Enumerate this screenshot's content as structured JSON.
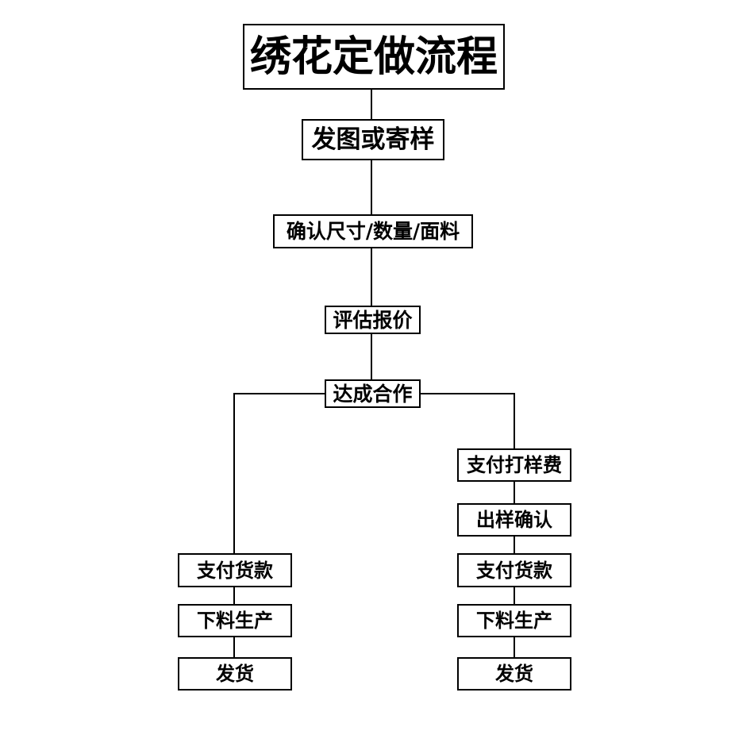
{
  "title": "绣花定做流程",
  "steps": {
    "send_sample": "发图或寄样",
    "confirm": "确认尺寸/数量/面料",
    "quote": "评估报价",
    "agree": "达成合作"
  },
  "left_branch": [
    "支付货款",
    "下料生产",
    "发货"
  ],
  "right_branch": [
    "支付打样费",
    "出样确认",
    "支付货款",
    "下料生产",
    "发货"
  ],
  "colors": {
    "line": "#000000",
    "box_border": "#000000",
    "background": "#ffffff"
  }
}
